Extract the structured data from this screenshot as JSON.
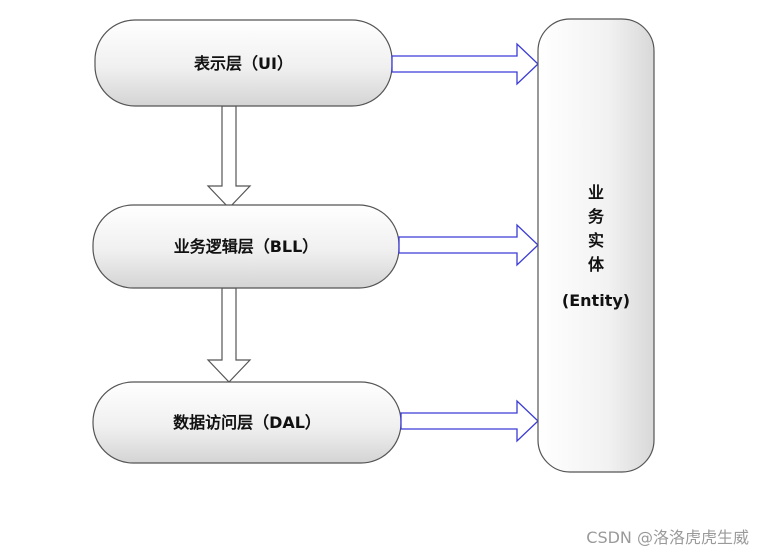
{
  "layers": [
    {
      "id": "ui",
      "label": "表示层（UI）"
    },
    {
      "id": "bll",
      "label": "业务逻辑层（BLL）"
    },
    {
      "id": "dal",
      "label": "数据访问层（DAL）"
    }
  ],
  "entity": {
    "lines": [
      "业",
      "务",
      "实",
      "体",
      "(Entity)"
    ]
  },
  "watermark": "CSDN @洛洛虎虎生威",
  "colors": {
    "box_fill_top": "#ffffff",
    "box_fill_bottom": "#dcdcdc",
    "box_stroke": "#555555",
    "down_arrow_fill": "#ffffff",
    "down_arrow_stroke": "#555555",
    "right_arrow_stroke": "#3b3bd6",
    "background": "#ffffff"
  }
}
